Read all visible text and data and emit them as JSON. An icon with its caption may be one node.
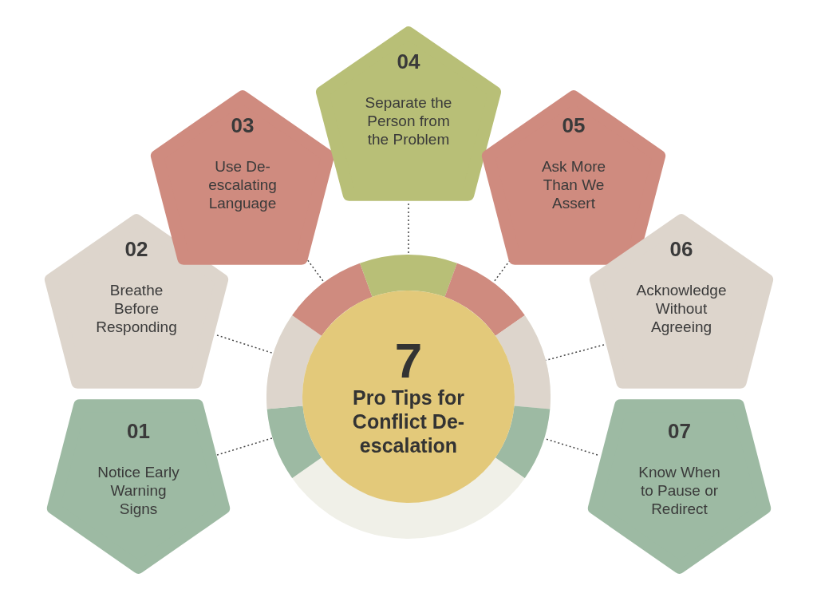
{
  "diagram": {
    "nodes": [
      {
        "text": [
          "7",
          "Pro Tips for Conflict De-escalation"
        ]
      },
      {
        "text": [
          "01",
          "Notice Early Warning Signs"
        ]
      },
      {
        "text": [
          "02",
          "Breathe Before Responding"
        ]
      },
      {
        "text": [
          "03",
          "Use De-escalating Language"
        ]
      },
      {
        "text": [
          "04",
          "Separate the Person from the Problem"
        ]
      },
      {
        "text": [
          "05",
          "Ask More Than We Assert"
        ]
      },
      {
        "text": [
          "06",
          "Acknowledge Without Agreeing"
        ]
      },
      {
        "text": [
          "07",
          "Know When to Pause or Redirect"
        ]
      }
    ],
    "edges": [
      {
        "from": 1,
        "to": 0,
        "arrow": "none",
        "style": "dashed"
      },
      {
        "from": 2,
        "to": 0,
        "arrow": "none",
        "style": "dashed"
      },
      {
        "from": 3,
        "to": 0,
        "arrow": "none",
        "style": "dashed"
      },
      {
        "from": 4,
        "to": 0,
        "arrow": "none",
        "style": "dashed"
      },
      {
        "from": 5,
        "to": 0,
        "arrow": "none",
        "style": "dashed"
      },
      {
        "from": 6,
        "to": 0,
        "arrow": "none",
        "style": "dashed"
      },
      {
        "from": 7,
        "to": 0,
        "arrow": "none",
        "style": "dashed"
      }
    ]
  }
}
